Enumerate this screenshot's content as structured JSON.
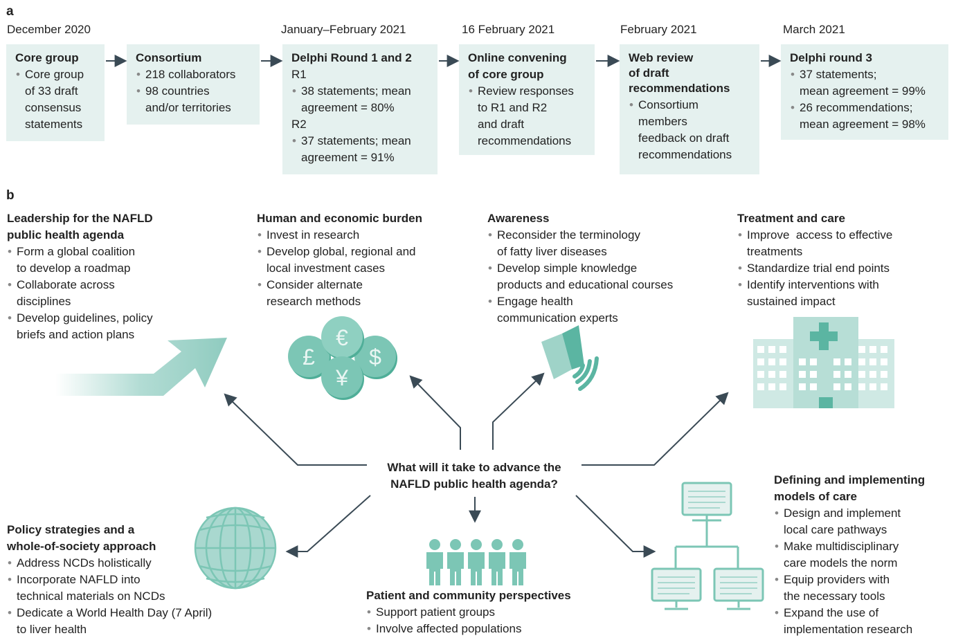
{
  "panel_a": {
    "letter": "a",
    "stages": [
      {
        "date": "December 2020",
        "title": "Core group",
        "lines": [
          {
            "b": true,
            "t": "Core group"
          },
          {
            "b": false,
            "t": "of 33 draft"
          },
          {
            "b": false,
            "t": "consensus"
          },
          {
            "b": false,
            "t": "statements"
          }
        ]
      },
      {
        "date": "",
        "title": "Consortium",
        "lines": [
          {
            "b": true,
            "t": "218 collaborators"
          },
          {
            "b": true,
            "t": "98 countries"
          },
          {
            "b": false,
            "t": "and/or territories"
          }
        ]
      },
      {
        "date": "January–February 2021",
        "title": "Delphi Round 1 and 2",
        "lines": [
          {
            "b": false,
            "t": "R1",
            "p": true
          },
          {
            "b": true,
            "t": "38 statements; mean"
          },
          {
            "b": false,
            "t": "agreement = 80%"
          },
          {
            "b": false,
            "t": "R2",
            "p": true
          },
          {
            "b": true,
            "t": "37 statements; mean"
          },
          {
            "b": false,
            "t": "agreement = 91%"
          }
        ]
      },
      {
        "date": "16 February 2021",
        "title": "Online convening of core group",
        "title_lines": [
          "Online convening",
          "of core group"
        ],
        "lines": [
          {
            "b": true,
            "t": "Review responses"
          },
          {
            "b": false,
            "t": "to R1 and R2"
          },
          {
            "b": false,
            "t": "and draft"
          },
          {
            "b": false,
            "t": "recommendations"
          }
        ]
      },
      {
        "date": "February 2021",
        "title": "Web review of draft recommendations",
        "title_lines": [
          "Web review",
          "of draft",
          "recommendations"
        ],
        "lines": [
          {
            "b": true,
            "t": "Consortium"
          },
          {
            "b": false,
            "t": "members"
          },
          {
            "b": false,
            "t": "feedback on draft"
          },
          {
            "b": false,
            "t": "recommendations"
          }
        ]
      },
      {
        "date": "March 2021",
        "title": "Delphi round 3",
        "lines": [
          {
            "b": true,
            "t": "37 statements;"
          },
          {
            "b": false,
            "t": "mean agreement = 99%"
          },
          {
            "b": true,
            "t": "26 recommendations;"
          },
          {
            "b": false,
            "t": "mean agreement = 98%"
          }
        ]
      }
    ]
  },
  "panel_b": {
    "letter": "b",
    "center_question": [
      "What will it take to advance the",
      "NAFLD public health agenda?"
    ],
    "sections": {
      "leadership": {
        "title": [
          "Leadership for the NAFLD",
          "public health agenda"
        ],
        "lines": [
          {
            "b": true,
            "t": "Form a global coalition"
          },
          {
            "b": false,
            "t": "to develop a roadmap"
          },
          {
            "b": true,
            "t": "Collaborate across"
          },
          {
            "b": false,
            "t": "disciplines"
          },
          {
            "b": true,
            "t": "Develop guidelines, policy"
          },
          {
            "b": false,
            "t": "briefs and action plans"
          }
        ]
      },
      "burden": {
        "title": [
          "Human and economic burden"
        ],
        "lines": [
          {
            "b": true,
            "t": "Invest in research"
          },
          {
            "b": true,
            "t": "Develop global, regional and"
          },
          {
            "b": false,
            "t": "local investment cases"
          },
          {
            "b": true,
            "t": "Consider alternate"
          },
          {
            "b": false,
            "t": "research methods"
          }
        ]
      },
      "awareness": {
        "title": [
          "Awareness"
        ],
        "lines": [
          {
            "b": true,
            "t": "Reconsider the terminology"
          },
          {
            "b": false,
            "t": "of fatty liver diseases"
          },
          {
            "b": true,
            "t": "Develop simple knowledge"
          },
          {
            "b": false,
            "t": "products and educational courses"
          },
          {
            "b": true,
            "t": "Engage health"
          },
          {
            "b": false,
            "t": "communication experts"
          }
        ]
      },
      "treatment": {
        "title": [
          "Treatment and care"
        ],
        "lines": [
          {
            "b": true,
            "t": "Improve  access to effective"
          },
          {
            "b": false,
            "t": "treatments"
          },
          {
            "b": true,
            "t": "Standardize trial end points"
          },
          {
            "b": true,
            "t": "Identify interventions with"
          },
          {
            "b": false,
            "t": "sustained impact"
          }
        ]
      },
      "policy": {
        "title": [
          "Policy strategies and a",
          "whole-of-society approach"
        ],
        "lines": [
          {
            "b": true,
            "t": "Address NCDs holistically"
          },
          {
            "b": true,
            "t": "Incorporate NAFLD into"
          },
          {
            "b": false,
            "t": "technical materials on NCDs"
          },
          {
            "b": true,
            "t": "Dedicate a World Health Day (7 April)"
          },
          {
            "b": false,
            "t": "to liver health"
          }
        ]
      },
      "patient": {
        "title": [
          "Patient and community perspectives"
        ],
        "lines": [
          {
            "b": true,
            "t": "Support patient groups"
          },
          {
            "b": true,
            "t": "Involve affected populations"
          }
        ]
      },
      "models": {
        "title": [
          "Defining and implementing",
          "models of care"
        ],
        "lines": [
          {
            "b": true,
            "t": "Design and implement"
          },
          {
            "b": false,
            "t": "local care pathways"
          },
          {
            "b": true,
            "t": "Make multidisciplinary"
          },
          {
            "b": false,
            "t": "care models the norm"
          },
          {
            "b": true,
            "t": "Equip providers with"
          },
          {
            "b": false,
            "t": "the necessary tools"
          },
          {
            "b": true,
            "t": "Expand the use of"
          },
          {
            "b": false,
            "t": "implementation research"
          }
        ]
      }
    },
    "icons": {
      "currency": [
        "£",
        "€",
        "$",
        "¥"
      ]
    }
  },
  "colors": {
    "box_fill": "#e5f1ef",
    "arrow": "#3a4a55",
    "teal": "#5bb5a2",
    "teal_light": "#a9d8cf"
  }
}
